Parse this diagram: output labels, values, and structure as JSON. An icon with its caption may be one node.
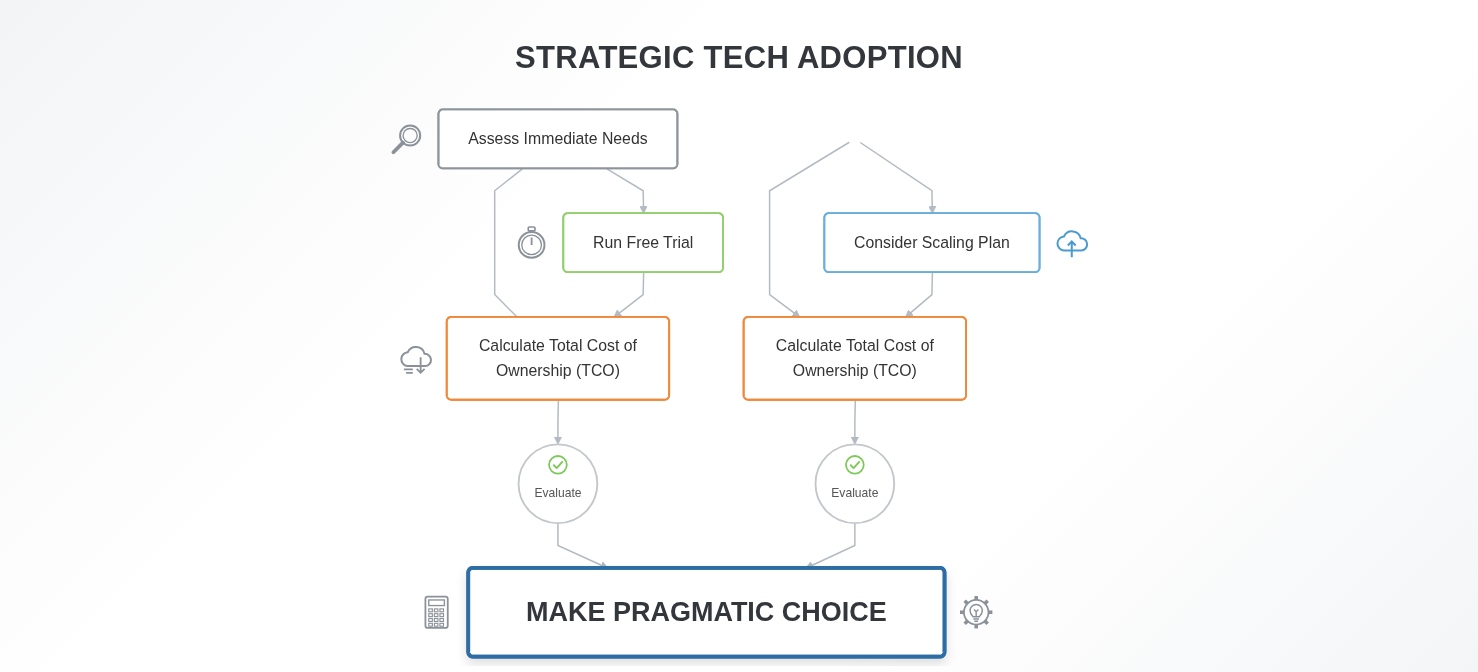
{
  "diagram": {
    "title": "STRATEGIC TECH ADOPTION",
    "nodes": [
      {
        "text": [
          "Assess Immediate Needs"
        ]
      },
      {
        "text": [
          "Run Free Trial"
        ]
      },
      {
        "text": [
          "Calculate Total Cost of Ownership (TCO)"
        ]
      },
      {
        "text": [
          "Evaluate"
        ]
      },
      {
        "text": [
          "Consider Scaling Plan"
        ]
      },
      {
        "text": [
          "Calculate Total Cost of Ownership (TCO)"
        ]
      },
      {
        "text": [
          "Evaluate"
        ]
      },
      {
        "text": [
          "MAKE PRAGMATIC CHOICE"
        ]
      }
    ],
    "edges": [
      {
        "from": 0,
        "to": 2,
        "arrow": "none"
      },
      {
        "from": 0,
        "to": 1,
        "arrow": "to"
      },
      {
        "from": 1,
        "to": 2,
        "arrow": "to"
      },
      {
        "from": 2,
        "to": 3,
        "arrow": "to"
      },
      {
        "from": null,
        "to": 4,
        "arrow": "to"
      },
      {
        "from": null,
        "to": 5,
        "arrow": "to"
      },
      {
        "from": 4,
        "to": 5,
        "arrow": "to"
      },
      {
        "from": 5,
        "to": 6,
        "arrow": "to"
      },
      {
        "from": 3,
        "to": 7,
        "arrow": "to"
      },
      {
        "from": 6,
        "to": 7,
        "arrow": "to"
      }
    ]
  }
}
